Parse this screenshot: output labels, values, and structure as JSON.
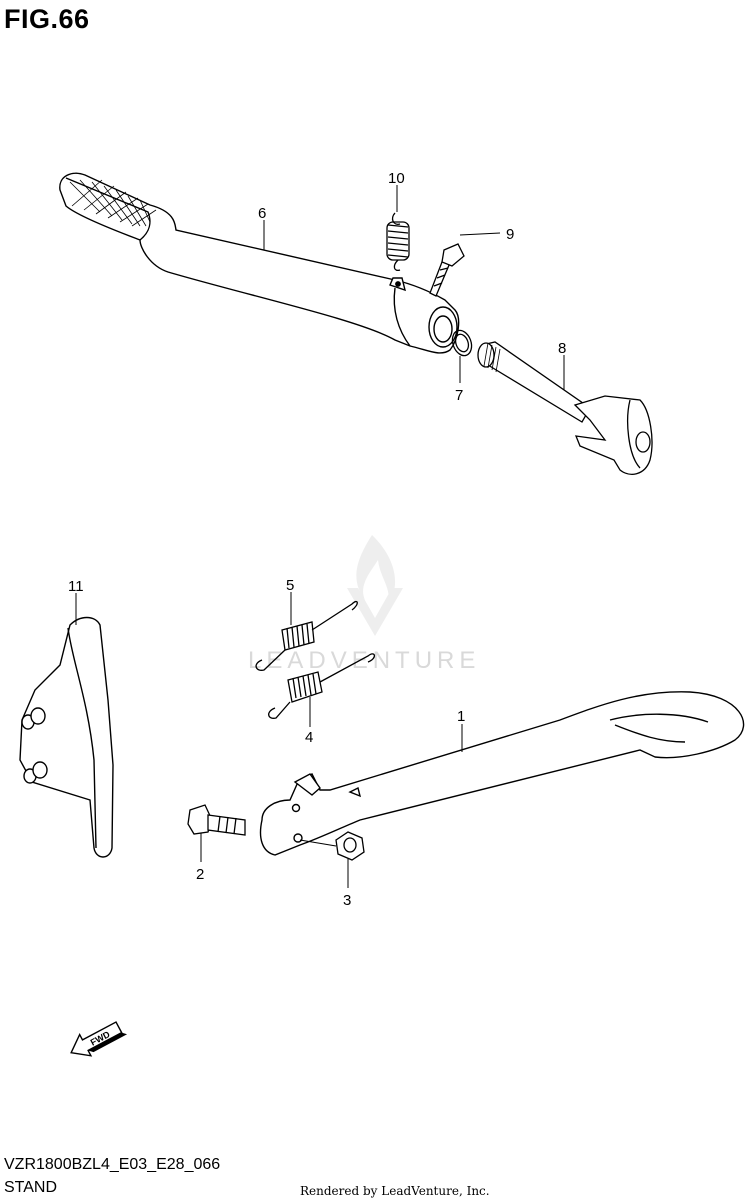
{
  "figure": {
    "title": "FIG.66"
  },
  "callouts": {
    "c1": "1",
    "c2": "2",
    "c3": "3",
    "c4": "4",
    "c5": "5",
    "c6": "6",
    "c7": "7",
    "c8": "8",
    "c9": "9",
    "c10": "10",
    "c11": "11"
  },
  "fwd_label": "FWD",
  "watermark": "LEADVENTURE",
  "footer": {
    "code": "VZR1800BZL4_E03_E28_066",
    "name": "STAND",
    "credit": "Rendered by LeadVenture, Inc."
  }
}
